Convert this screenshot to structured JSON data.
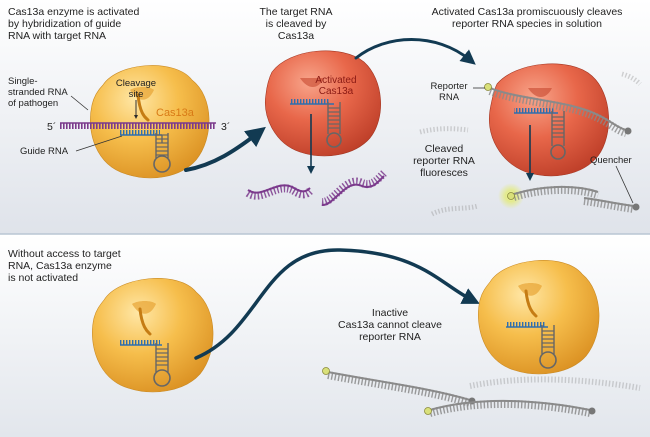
{
  "top_left": {
    "caption": [
      "Cas13a enzyme is activated",
      "by hybridization of guide",
      "RNA with target RNA"
    ],
    "ss_rna": [
      "Single-",
      "stranded RNA",
      "of pathogen"
    ],
    "cleavage_site": [
      "Cleavage",
      "site"
    ],
    "enzyme": "Cas13a",
    "five_prime": "5´",
    "three_prime": "3´",
    "guide_rna": "Guide RNA"
  },
  "top_middle": {
    "caption": [
      "The target RNA",
      "is cleaved by",
      "Cas13a"
    ],
    "enzyme": [
      "Activated",
      "Cas13a"
    ]
  },
  "top_right": {
    "caption": [
      "Activated Cas13a promiscuously cleaves",
      "reporter RNA species in solution"
    ],
    "reporter_rna": [
      "Reporter",
      "RNA"
    ],
    "cleaved_reporter": [
      "Cleaved",
      "reporter RNA",
      "fluoresces"
    ],
    "quencher": "Quencher"
  },
  "bottom": {
    "caption": [
      "Without access to target",
      "RNA, Cas13a enzyme",
      "is not activated"
    ],
    "inactive": [
      "Inactive",
      "Cas13a cannot cleave",
      "reporter RNA"
    ]
  },
  "colors": {
    "inactive_enzyme": "#f4b13e",
    "active_enzyme": "#e05a3e",
    "target_rna": "#7b3a8c",
    "guide_rna": "#2f6fae",
    "arrow": "#123a52",
    "fluorophore": "#d9e07a"
  }
}
